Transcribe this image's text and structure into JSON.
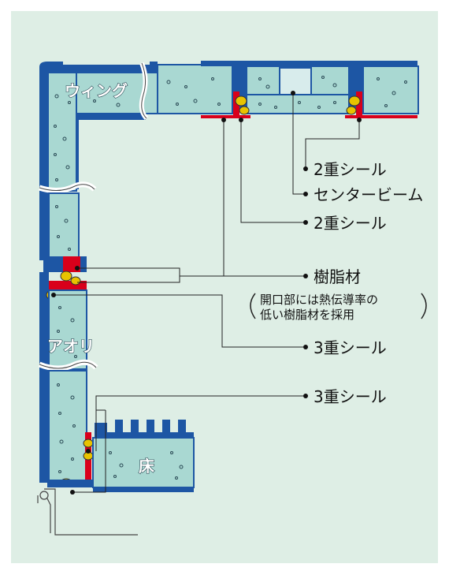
{
  "panels": {
    "wing": "ウィング",
    "gate": "アオリ",
    "floor": "床"
  },
  "callouts": {
    "double_seal_1": "2重シール",
    "center_beam": "センタービーム",
    "double_seal_2": "2重シール",
    "resin": "樹脂材",
    "resin_note_1": "開口部には熱伝導率の",
    "resin_note_2": "低い樹脂材を採用",
    "triple_seal_1": "3重シール",
    "triple_seal_2": "3重シール"
  },
  "colors": {
    "background": "#deeee5",
    "panel_core": "#a9d8d2",
    "frame": "#1d56a4",
    "resin": "#d9001b",
    "seal": "#e8c300",
    "leader": "#222222"
  }
}
